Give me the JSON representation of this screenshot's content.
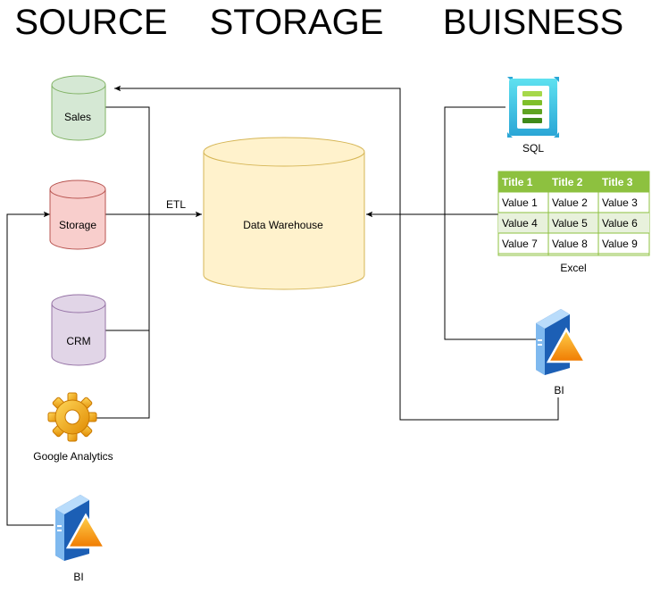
{
  "headings": {
    "source": "SOURCE",
    "storage": "STORAGE",
    "business": "BUISNESS"
  },
  "nodes": {
    "sales": "Sales",
    "storage": "Storage",
    "crm": "CRM",
    "google_analytics": "Google Analytics",
    "bi_source": "BI",
    "warehouse": "Data Warehouse",
    "sql": "SQL",
    "excel": "Excel",
    "bi_business": "BI"
  },
  "edges": {
    "etl": "ETL"
  },
  "excel_table": {
    "headers": [
      "Title 1",
      "Title 2",
      "Title 3"
    ],
    "rows": [
      [
        "Value 1",
        "Value 2",
        "Value 3"
      ],
      [
        "Value 4",
        "Value 5",
        "Value 6"
      ],
      [
        "Value 7",
        "Value 8",
        "Value 9"
      ]
    ]
  },
  "colors": {
    "sales_fill": "#d5e8d4",
    "sales_stroke": "#82b366",
    "storage_fill": "#f8cecc",
    "storage_stroke": "#b85450",
    "crm_fill": "#e1d5e7",
    "crm_stroke": "#9673a6",
    "warehouse_fill": "#fff2cc",
    "warehouse_stroke": "#d6b656",
    "excel_header": "#8dc13f",
    "excel_alt_row": "#e8f1dc"
  }
}
